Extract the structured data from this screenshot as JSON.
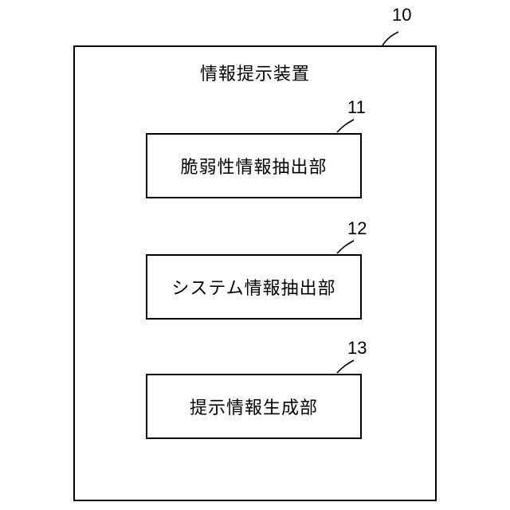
{
  "device": {
    "ref": "10",
    "title": "情報提示装置"
  },
  "blocks": [
    {
      "ref": "11",
      "label": "脆弱性情報抽出部"
    },
    {
      "ref": "12",
      "label": "システム情報抽出部"
    },
    {
      "ref": "13",
      "label": "提示情報生成部"
    }
  ]
}
